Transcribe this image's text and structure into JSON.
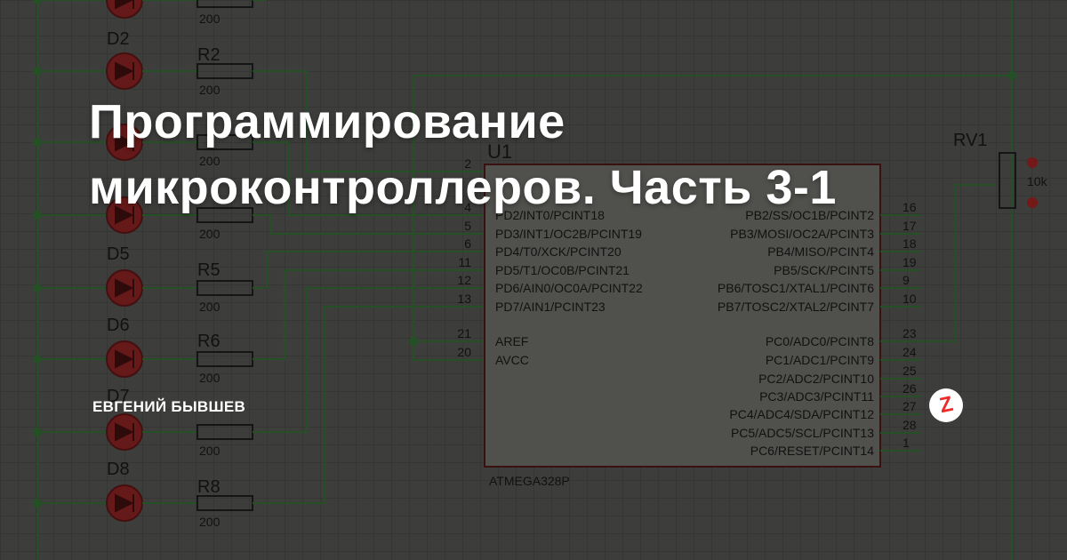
{
  "title": {
    "line1": "Программирование",
    "line2": "микроконтроллеров. Часть 3-1"
  },
  "author": "ЕВГЕНИЙ БЫВШЕВ",
  "badge": {
    "icon": "zen-logo-icon",
    "letter": "Z",
    "color": "#ec2b2b"
  },
  "schematic": {
    "chip_ref": "U1",
    "chip_part": "ATMEGA328P",
    "diodes": [
      "D2",
      "D5",
      "D6",
      "D7",
      "D8"
    ],
    "resistors": [
      "R2",
      "R5",
      "R6",
      "R8"
    ],
    "resistor_value": "200",
    "pot_ref": "RV1",
    "pot_value": "10k",
    "left_pins": [
      {
        "num": "2",
        "label": ""
      },
      {
        "num": "4",
        "label": "PD2/INT0/PCINT18"
      },
      {
        "num": "5",
        "label": "PD3/INT1/OC2B/PCINT19"
      },
      {
        "num": "6",
        "label": "PD4/T0/XCK/PCINT20"
      },
      {
        "num": "11",
        "label": "PD5/T1/OC0B/PCINT21"
      },
      {
        "num": "12",
        "label": "PD6/AIN0/OC0A/PCINT22"
      },
      {
        "num": "13",
        "label": "PD7/AIN1/PCINT23"
      },
      {
        "num": "21",
        "label": "AREF"
      },
      {
        "num": "20",
        "label": "AVCC"
      }
    ],
    "right_pins": [
      {
        "num": "16",
        "label": "PB2/SS/OC1B/PCINT2"
      },
      {
        "num": "17",
        "label": "PB3/MOSI/OC2A/PCINT3"
      },
      {
        "num": "18",
        "label": "PB4/MISO/PCINT4"
      },
      {
        "num": "19",
        "label": "PB5/SCK/PCINT5"
      },
      {
        "num": "9",
        "label": "PB6/TOSC1/XTAL1/PCINT6"
      },
      {
        "num": "10",
        "label": "PB7/TOSC2/XTAL2/PCINT7"
      },
      {
        "num": "23",
        "label": "PC0/ADC0/PCINT8"
      },
      {
        "num": "24",
        "label": "PC1/ADC1/PCINT9"
      },
      {
        "num": "25",
        "label": "PC2/ADC2/PCINT10"
      },
      {
        "num": "26",
        "label": "PC3/ADC3/PCINT11"
      },
      {
        "num": "27",
        "label": "PC4/ADC4/SDA/PCINT12"
      },
      {
        "num": "28",
        "label": "PC5/ADC5/SCL/PCINT13"
      },
      {
        "num": "1",
        "label": "PC6/RESET/PCINT14"
      }
    ]
  }
}
